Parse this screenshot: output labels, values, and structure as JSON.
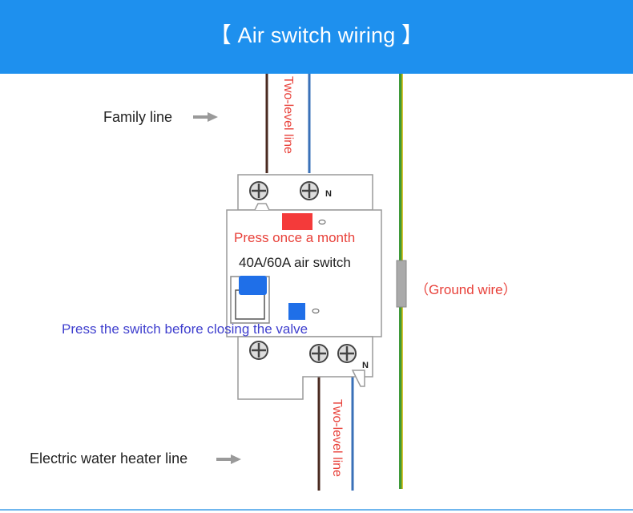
{
  "header": {
    "title": "【  Air switch wiring  】",
    "background": "#1e90ee"
  },
  "labels": {
    "family_line": "Family line",
    "heater_line": "Electric water heater line",
    "two_level_top": "Two-level line",
    "two_level_bottom": "Two-level line",
    "press_month": "Press once a month",
    "switch_rating": "40A/60A air switch",
    "press_switch": "Press the switch before closing the valve",
    "ground_wire": "（Ground wire）",
    "neutral_top": "N",
    "neutral_bottom": "N"
  },
  "colors": {
    "live_wire": "#4a2a20",
    "neutral_wire": "#3a70b8",
    "ground_wire_green": "#3f9a3a",
    "ground_wire_yellow": "#c8b400",
    "test_button": "#f43a3a",
    "reset_button": "#1f6fe8",
    "arrow": "#9a9a9a",
    "breaker_outline": "#9a9a9a"
  },
  "icons": [
    "arrow-right-icon",
    "terminal-screw-icon"
  ]
}
